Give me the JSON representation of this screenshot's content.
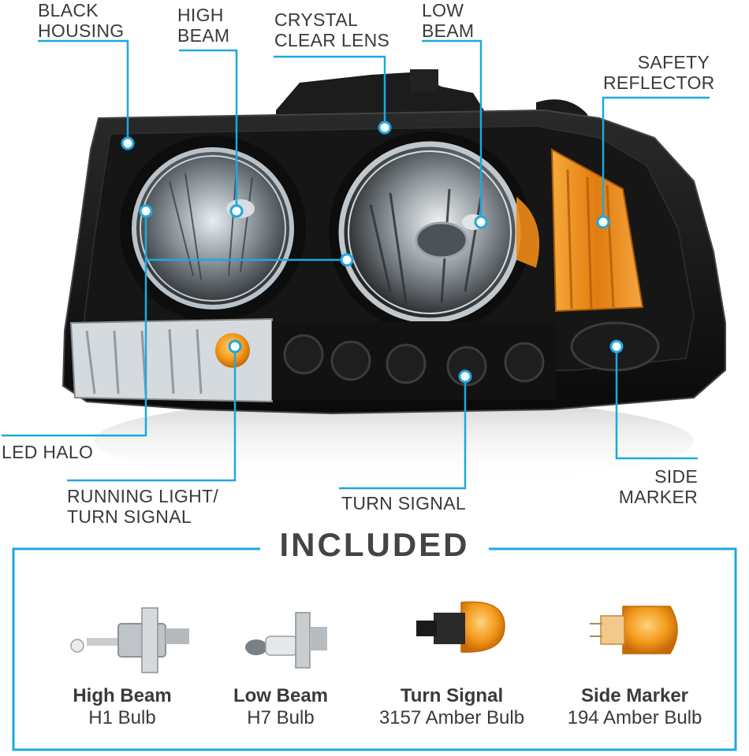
{
  "callouts": {
    "black_housing": [
      "BLACK",
      "HOUSING"
    ],
    "high_beam": [
      "HIGH",
      "BEAM"
    ],
    "crystal_clear_lens": [
      "CRYSTAL",
      "CLEAR LENS"
    ],
    "low_beam": [
      "LOW",
      "BEAM"
    ],
    "safety_reflector": [
      "SAFETY",
      "REFLECTOR"
    ],
    "led_halo": [
      "LED HALO"
    ],
    "running_light": [
      "RUNNING LIGHT/",
      "TURN SIGNAL"
    ],
    "turn_signal": [
      "TURN SIGNAL"
    ],
    "side_marker": [
      "SIDE",
      "MARKER"
    ]
  },
  "included": {
    "title": "INCLUDED",
    "bulbs": [
      {
        "name": "High Beam",
        "type": "H1 Bulb"
      },
      {
        "name": "Low Beam",
        "type": "H7 Bulb"
      },
      {
        "name": "Turn Signal",
        "type": "3157 Amber Bulb"
      },
      {
        "name": "Side Marker",
        "type": "194 Amber Bulb"
      }
    ]
  },
  "colors": {
    "accent": "#1ea8df",
    "housing": "#141414",
    "amber": "#f08a18",
    "text": "#3a3a3a"
  }
}
